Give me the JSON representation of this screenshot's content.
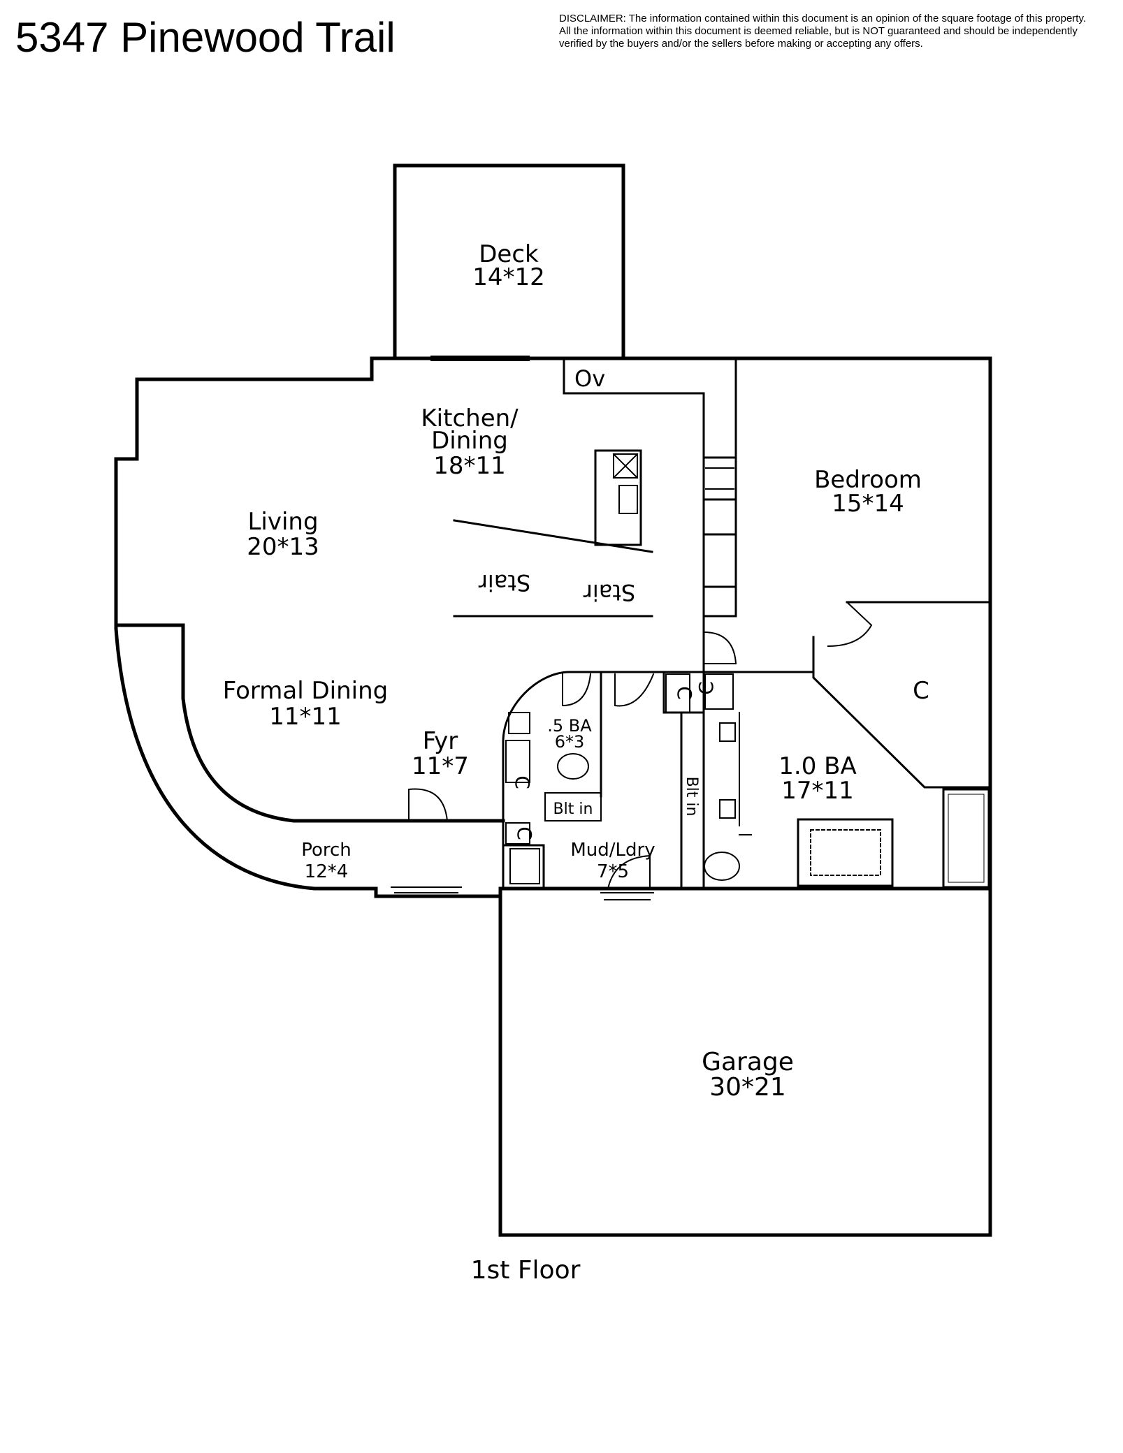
{
  "header": {
    "address": "5347 Pinewood Trail",
    "disclaimer": [
      "DISCLAIMER: The information contained within this document is an opinion of the square footage of this property.",
      "All the information within this document is deemed reliable, but is NOT guaranteed and should be independently",
      "verified by the buyers and/or the sellers before making or accepting any offers."
    ]
  },
  "rooms": {
    "deck": {
      "name": "Deck",
      "size": "14*12"
    },
    "kitchen": {
      "name_line1": "Kitchen/",
      "name_line2": "Dining",
      "size": "18*11"
    },
    "living": {
      "name": "Living",
      "size": "20*13"
    },
    "bedroom": {
      "name": "Bedroom",
      "size": "15*14"
    },
    "formal_dining": {
      "name": "Formal Dining",
      "size": "11*11"
    },
    "foyer": {
      "name": "Fyr",
      "size": "11*7"
    },
    "half_bath": {
      "name": ".5 BA",
      "size": "6*3"
    },
    "full_bath": {
      "name": "1.0 BA",
      "size": "17*11"
    },
    "porch": {
      "name": "Porch",
      "size": "12*4"
    },
    "mud_laundry": {
      "name": "Mud/Ldry",
      "size": "7*5"
    },
    "garage": {
      "name": "Garage",
      "size": "30*21"
    }
  },
  "fixtures": {
    "oven": "Ov",
    "stair": "Stair",
    "closet": "C",
    "built_in": "Blt in"
  },
  "footer": {
    "floor_label": "1st Floor"
  }
}
